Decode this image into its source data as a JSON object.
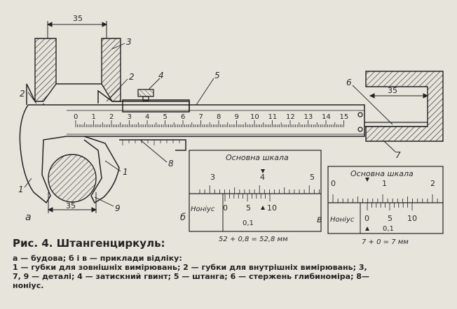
{
  "figure": {
    "dim_35_top": "35",
    "dim_35_bottom": "35",
    "dim_35_right": "35",
    "callout_labels": [
      "1",
      "1",
      "2",
      "2",
      "3",
      "4",
      "5",
      "6",
      "7",
      "8",
      "9"
    ],
    "main_scale_numbers": [
      "0",
      "1",
      "2",
      "3",
      "4",
      "5",
      "6",
      "7",
      "8",
      "9",
      "10",
      "11",
      "12",
      "13",
      "14",
      "15"
    ],
    "figure_letter_a": "а"
  },
  "example_b": {
    "title": "Основна шкала",
    "main_numbers": [
      "3",
      "4",
      "5"
    ],
    "vernier_label": "Ноніус",
    "vernier_numbers": [
      "0",
      "5",
      "10"
    ],
    "vernier_step": "0,1",
    "letter": "б",
    "formula": "52 + 0,8 = 52,8 мм"
  },
  "example_c": {
    "title": "Основна шкала",
    "main_numbers": [
      "0",
      "1",
      "2"
    ],
    "vernier_label": "Ноніус",
    "vernier_numbers": [
      "0",
      "5",
      "10"
    ],
    "vernier_step": "0,1",
    "letter": "в",
    "formula": "7 + 0 = 7 мм"
  },
  "caption": {
    "title": "Рис. 4. Штангенциркуль:",
    "lines": [
      "а — будова; б і в — приклади відліку:",
      "1 — губки для зовнішніх вимірювань; 2 — губки для внутрішніх вимірювань; 3,",
      "7, 9 — деталі; 4 — затискний гвинт; 5 — штанга; 6 — стержень глибиноміра; 8—",
      "ноніус."
    ]
  }
}
